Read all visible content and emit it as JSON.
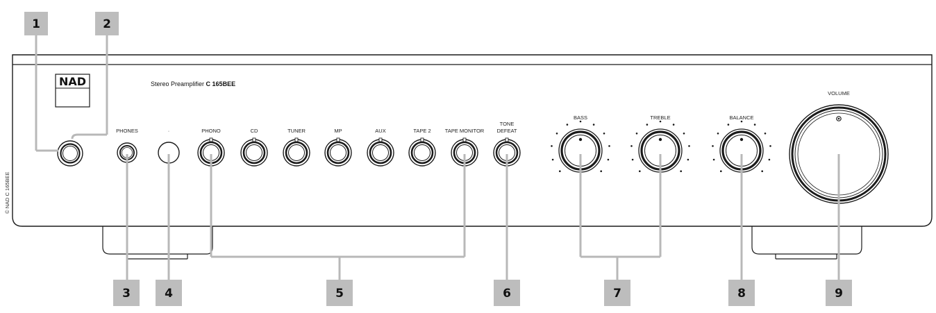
{
  "brand": {
    "logo_text": "NAD"
  },
  "model_label": {
    "prefix": "Stereo Preamplifier ",
    "model": "C 165BEE"
  },
  "side_text": "© NAD C 165BEE",
  "controls": {
    "phones": "PHONES",
    "ir_label": "·",
    "phono": "PHONO",
    "cd": "CD",
    "tuner": "TUNER",
    "mp": "MP",
    "aux": "AUX",
    "tape2": "TAPE 2",
    "tape_monitor": "TAPE MONITOR",
    "tone_line1": "TONE",
    "tone_line2": "DEFEAT",
    "bass": "BASS",
    "treble": "TREBLE",
    "balance": "BALANCE",
    "volume": "VOLUME"
  },
  "callouts": {
    "c1": "1",
    "c2": "2",
    "c3": "3",
    "c4": "4",
    "c5": "5",
    "c6": "6",
    "c7": "7",
    "c8": "8",
    "c9": "9"
  }
}
